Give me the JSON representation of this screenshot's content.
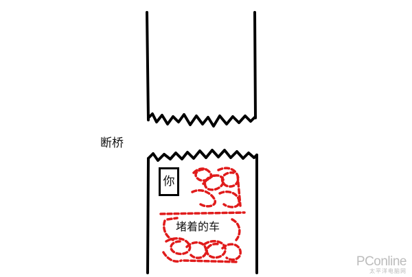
{
  "labels": {
    "broken_bridge": "断桥",
    "you": "你",
    "blocking_cars": "堵着的车"
  },
  "watermark": {
    "brand": "PConline",
    "subtitle": "太平洋电脑网"
  },
  "colors": {
    "bridge_lines": "#000000",
    "cars": "#e01b1b",
    "watermark": "#bcbcbc"
  }
}
